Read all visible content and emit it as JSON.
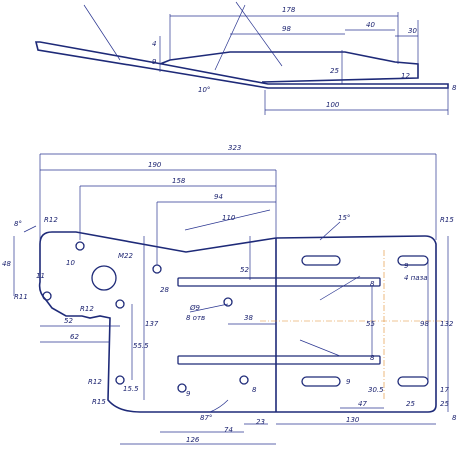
{
  "side_view": {
    "dims": [
      "178",
      "98",
      "40",
      "30",
      "4",
      "9",
      "25",
      "12",
      "8",
      "10°",
      "100"
    ]
  },
  "plan_view": {
    "dims_top": [
      "323",
      "190",
      "158",
      "94",
      "110",
      "15°"
    ],
    "dims_left": [
      "8°",
      "48",
      "R12",
      "R11",
      "10",
      "11",
      "M22",
      "28",
      "52",
      "R12",
      "62",
      "137",
      "55.5",
      "R12",
      "15.5",
      "R15"
    ],
    "dims_middle": [
      "52",
      "Ø9",
      "8 отв",
      "38",
      "9",
      "87°",
      "74",
      "23",
      "126",
      "8"
    ],
    "dims_right": [
      "R15",
      "9",
      "4 пазa",
      "8",
      "55",
      "98",
      "132",
      "8",
      "30.5",
      "9",
      "47",
      "25",
      "17",
      "25",
      "130",
      "8"
    ]
  }
}
